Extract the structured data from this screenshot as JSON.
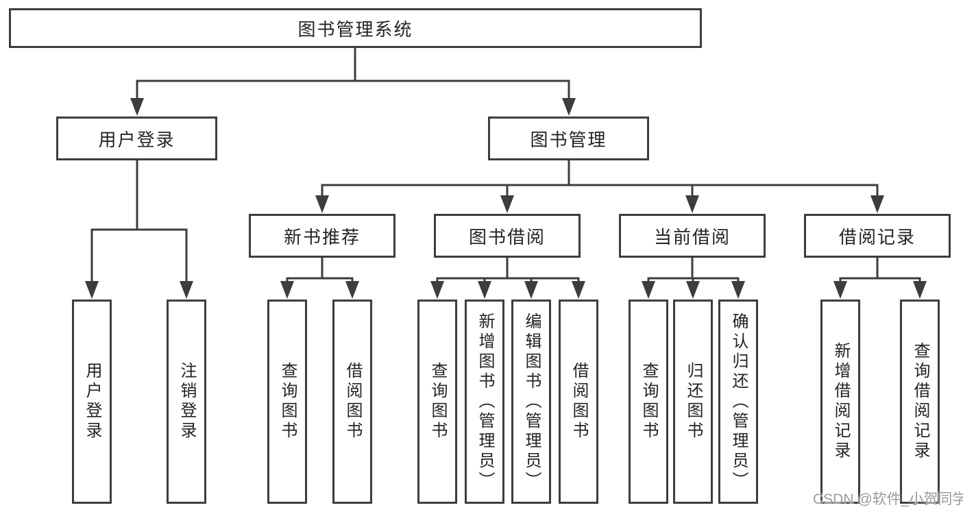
{
  "tree": {
    "label": "图书管理系统",
    "children": [
      {
        "label": "用户登录",
        "children": [
          {
            "label": "用户登录"
          },
          {
            "label": "注销登录"
          }
        ]
      },
      {
        "label": "图书管理",
        "children": [
          {
            "label": "新书推荐",
            "children": [
              {
                "label": "查询图书"
              },
              {
                "label": "借阅图书"
              }
            ]
          },
          {
            "label": "图书借阅",
            "children": [
              {
                "label": "查询图书"
              },
              {
                "label": "新增图书（管理员）"
              },
              {
                "label": "编辑图书（管理员）"
              },
              {
                "label": "借阅图书"
              }
            ]
          },
          {
            "label": "当前借阅",
            "children": [
              {
                "label": "查询图书"
              },
              {
                "label": "归还图书"
              },
              {
                "label": "确认归还（管理员）"
              }
            ]
          },
          {
            "label": "借阅记录",
            "children": [
              {
                "label": "新增借阅记录"
              },
              {
                "label": "查询借阅记录"
              }
            ]
          }
        ]
      }
    ]
  },
  "watermark": {
    "text": "CSDN @软件_小贺同学"
  },
  "colors": {
    "line": "#3d3d3d",
    "text": "#232323",
    "background": "#ffffff",
    "watermark": "#9a9a9a"
  }
}
